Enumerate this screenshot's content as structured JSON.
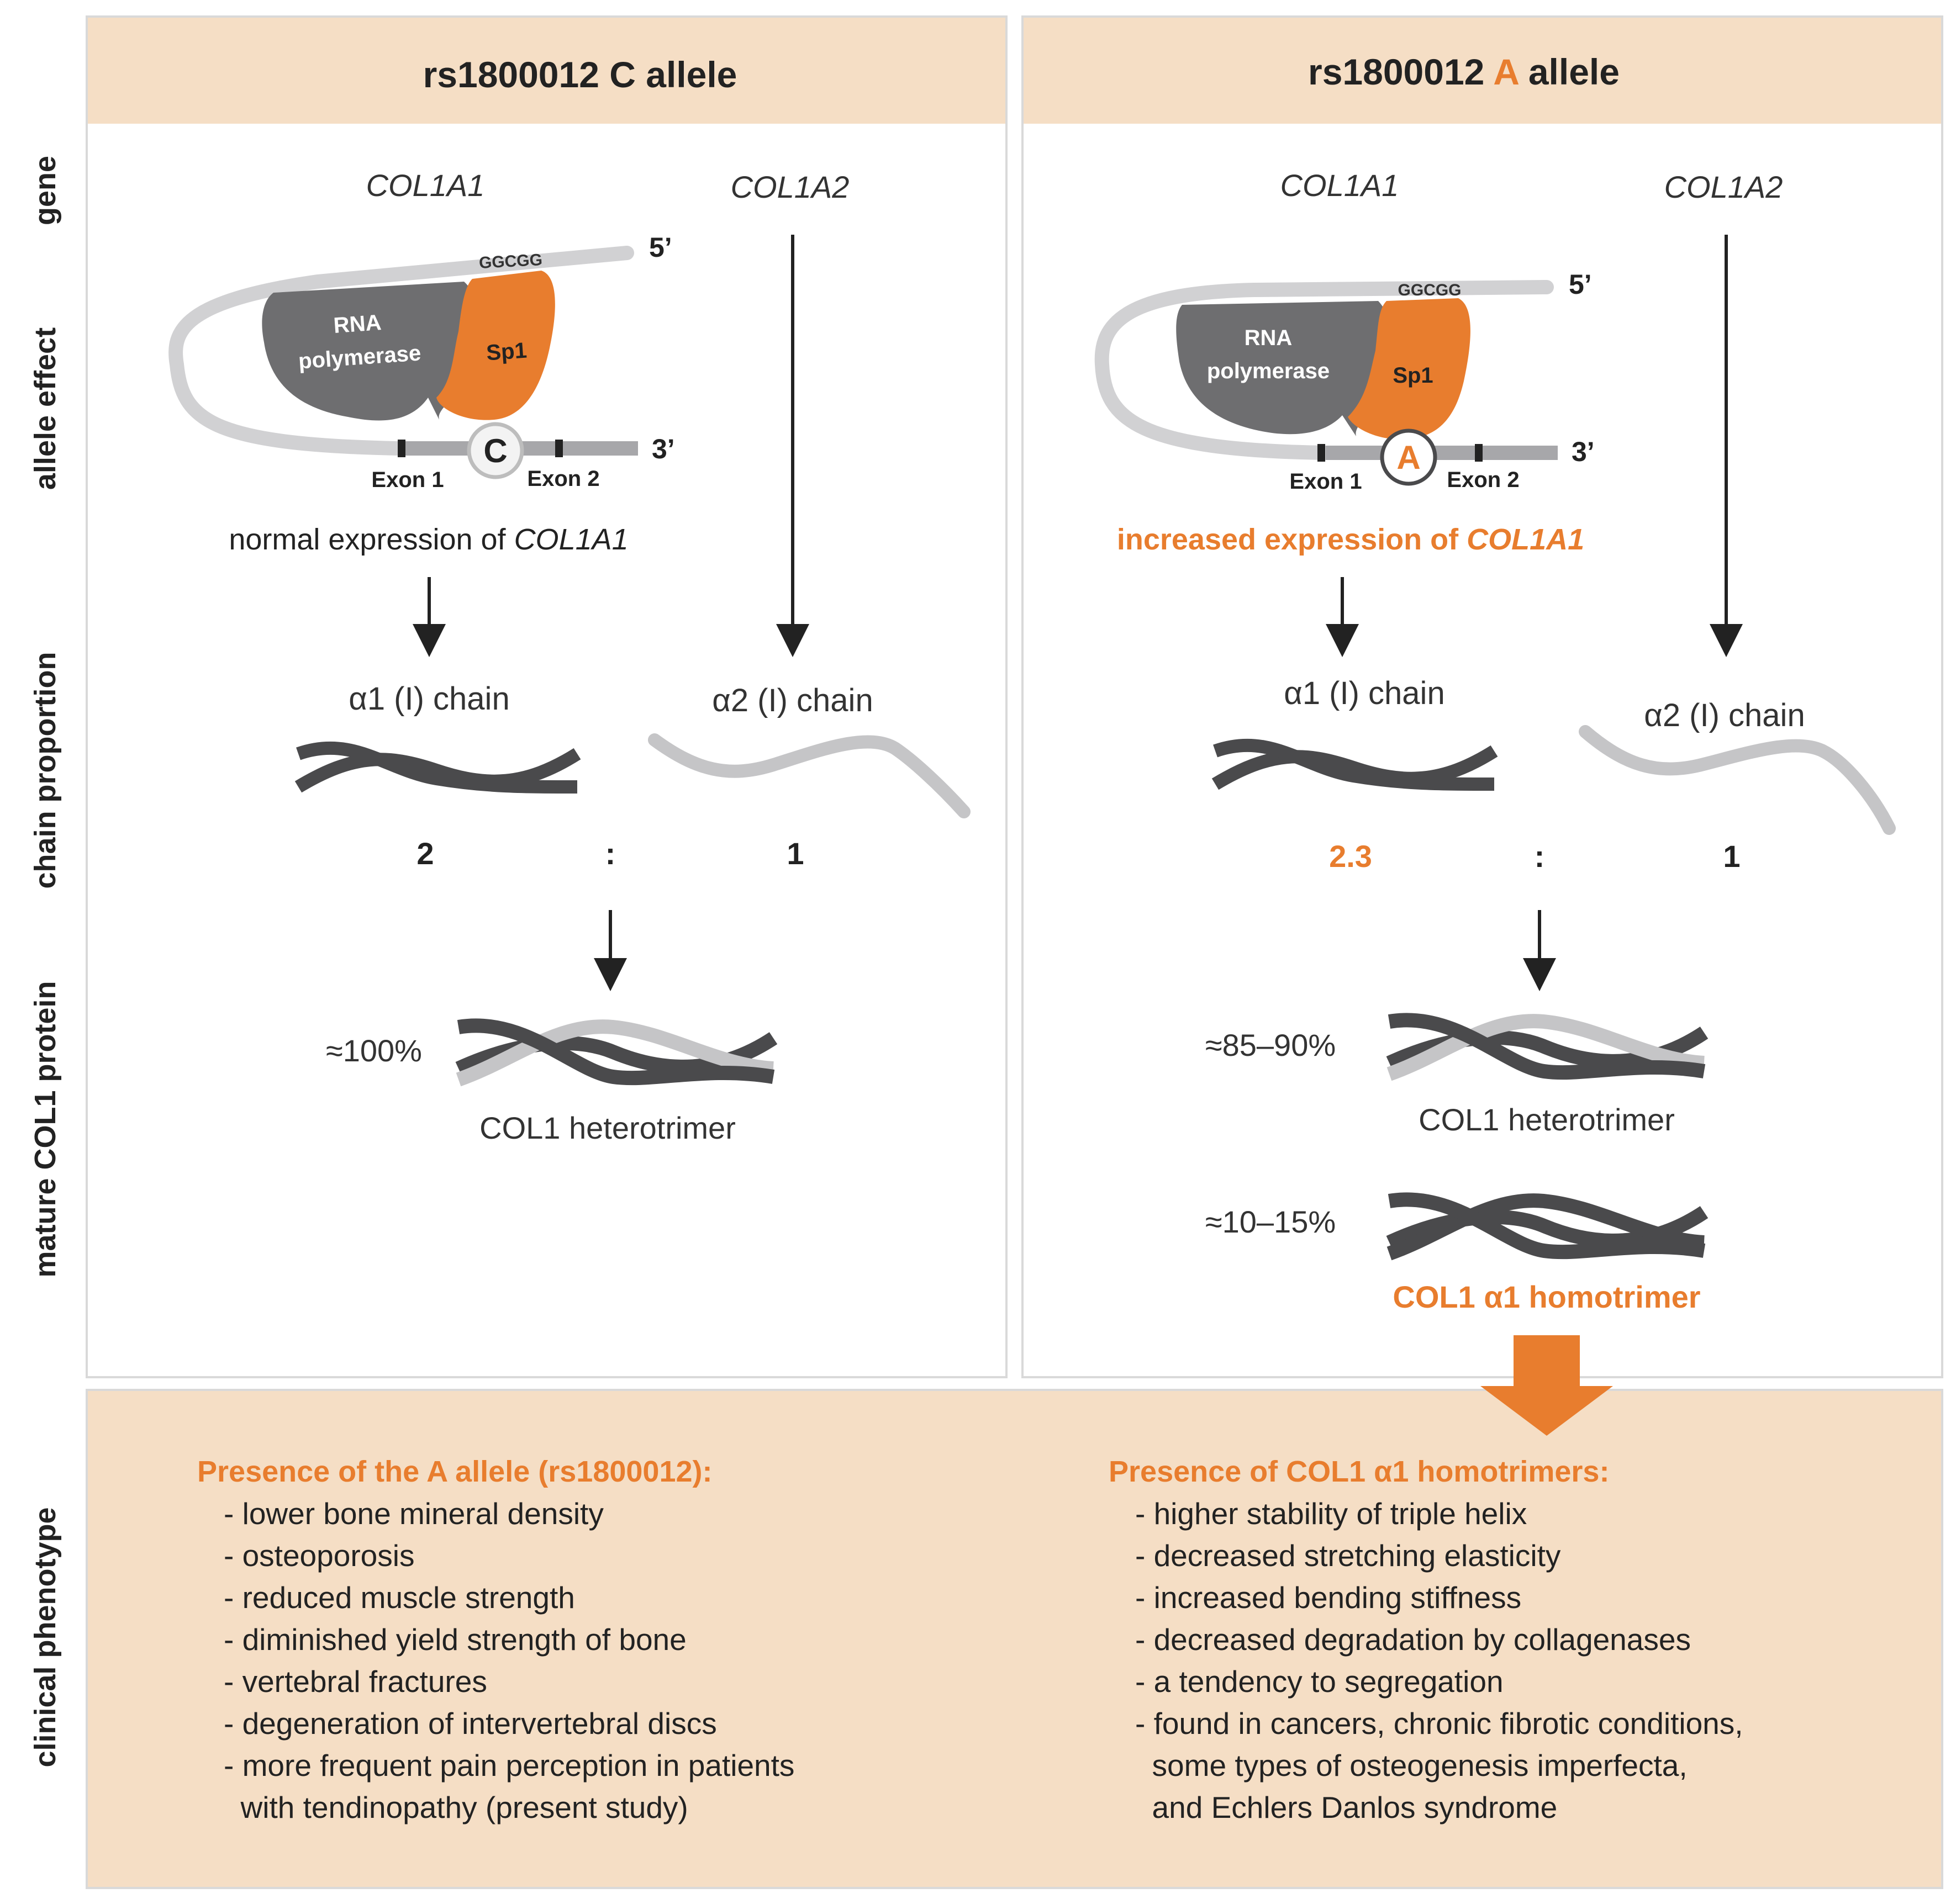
{
  "side_labels": [
    "gene",
    "allele effect",
    "chain proportion",
    "mature COL1 protein",
    "clinical phenotype"
  ],
  "left_panel": {
    "title": "rs1800012 C allele",
    "gene1": "COL1A1",
    "gene2": "COL1A2",
    "motif": "GGCGG",
    "prime5": "5’",
    "prime3": "3’",
    "polymerase_line1": "RNA",
    "polymerase_line2": "polymerase",
    "sp1": "Sp1",
    "allele": "C",
    "exon1": "Exon 1",
    "exon2": "Exon 2",
    "expression_prefix": "normal expression of ",
    "expression_gene": "COL1A1",
    "chain1": "α1 (I) chain",
    "chain2": "α2 (I) chain",
    "ratio_left": "2",
    "ratio_sep": ":",
    "ratio_right": "1",
    "hetero_pct": "≈100%",
    "hetero_label": "COL1 heterotrimer"
  },
  "right_panel": {
    "title_prefix": "rs1800012 ",
    "title_allele": "A",
    "title_suffix": " allele",
    "gene1": "COL1A1",
    "gene2": "COL1A2",
    "motif": "GGCGG",
    "prime5": "5’",
    "prime3": "3’",
    "polymerase_line1": "RNA",
    "polymerase_line2": "polymerase",
    "sp1": "Sp1",
    "allele": "A",
    "exon1": "Exon 1",
    "exon2": "Exon 2",
    "expression_prefix": "increased expression of ",
    "expression_gene": "COL1A1",
    "chain1": "α1 (I) chain",
    "chain2": "α2 (I) chain",
    "ratio_left": "2.3",
    "ratio_sep": ":",
    "ratio_right": "1",
    "hetero_pct": "≈85–90%",
    "hetero_label": "COL1 heterotrimer",
    "homo_pct": "≈10–15%",
    "homo_label": "COL1 α1 homotrimer"
  },
  "clinical": {
    "left_heading": "Presence of the A allele (rs1800012):",
    "left_items": [
      "- lower bone mineral density",
      "- osteoporosis",
      "- reduced muscle strength",
      "- diminished yield strength of bone",
      "- vertebral fractures",
      "- degeneration of intervertebral discs",
      "- more frequent pain perception in patients",
      "  with tendinopathy (present study)"
    ],
    "right_heading": "Presence of COL1 α1 homotrimers:",
    "right_items": [
      "- higher stability of triple helix",
      "- decreased stretching elasticity",
      "- increased bending stiffness",
      "- decreased degradation by collagenases",
      "- a tendency to segregation",
      "- found in cancers, chronic fibrotic conditions,",
      "  some types of osteogenesis imperfecta,",
      "  and Echlers Danlos syndrome"
    ]
  },
  "colors": {
    "accent_orange": "#e87d2e",
    "header_bg": "#f5dec5",
    "strand_dark": "#4a4a4c",
    "strand_light": "#c5c5c7",
    "polymerase": "#6e6e70"
  }
}
